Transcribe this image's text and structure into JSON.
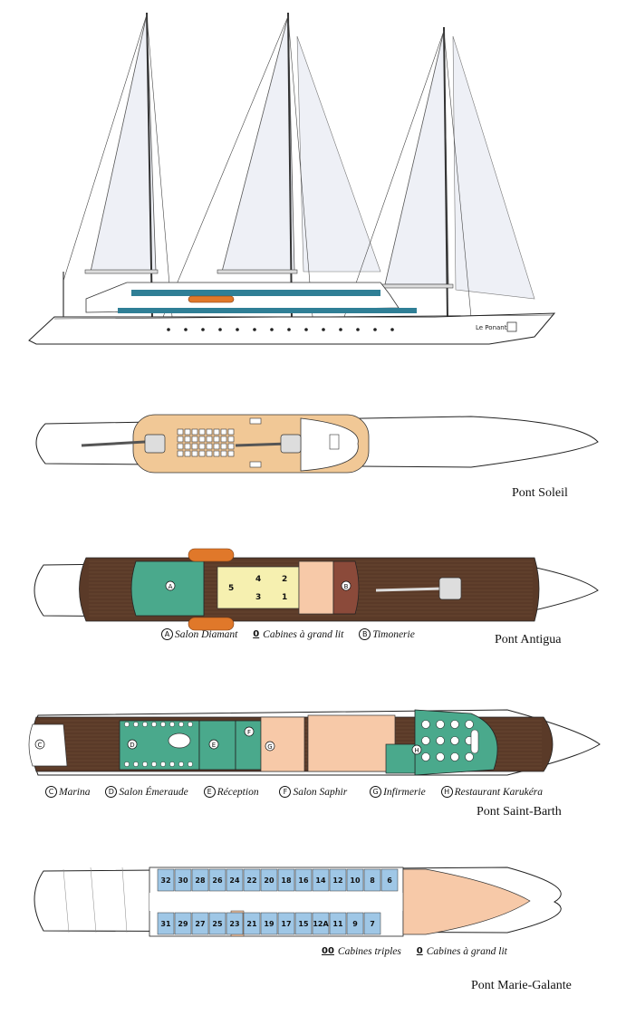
{
  "ship": {
    "name_plate": "Le Ponant",
    "colors": {
      "hull": "#ffffff",
      "line": "#222222",
      "teak": "#5a3a28",
      "sand": "#f1c896",
      "cream": "#f6f0b0",
      "peach": "#f7c9a8",
      "green": "#4aa98c",
      "brown": "#8b4a3a",
      "blue": "#9fc7e6",
      "teal": "#2f7f96",
      "orange": "#e0782a",
      "sail": "#eef0f6"
    }
  },
  "decks": {
    "soleil": {
      "title": "Pont Soleil"
    },
    "antigua": {
      "title": "Pont Antigua",
      "legend": [
        {
          "badge": "A",
          "label": "Salon Diamant"
        },
        {
          "number": "0",
          "label": "Cabines à grand lit"
        },
        {
          "badge": "B",
          "label": "Timonerie"
        }
      ],
      "cabins": [
        "5",
        "4",
        "3",
        "2",
        "1"
      ],
      "markers": [
        "A",
        "B"
      ]
    },
    "saint_barth": {
      "title": "Pont Saint-Barth",
      "legend": [
        {
          "badge": "C",
          "label": "Marina"
        },
        {
          "badge": "D",
          "label": "Salon Émeraude"
        },
        {
          "badge": "E",
          "label": "Réception"
        },
        {
          "badge": "F",
          "label": "Salon Saphir"
        },
        {
          "badge": "G",
          "label": "Infirmerie"
        },
        {
          "badge": "H",
          "label": "Restaurant Karukéra"
        }
      ],
      "markers": [
        "C",
        "D",
        "E",
        "F",
        "G",
        "H"
      ]
    },
    "marie_galante": {
      "title": "Pont Marie-Galante",
      "legend": [
        {
          "number": "00",
          "label": "Cabines triples"
        },
        {
          "number": "0",
          "label": "Cabines à grand lit"
        }
      ],
      "cabins_top": [
        "32",
        "30",
        "28",
        "26",
        "24",
        "22",
        "20",
        "18",
        "16",
        "14",
        "12",
        "10",
        "8",
        "6"
      ],
      "cabins_bottom": [
        "31",
        "29",
        "27",
        "25",
        "23",
        "21",
        "19",
        "17",
        "15",
        "12A",
        "11",
        "9",
        "7"
      ]
    }
  }
}
